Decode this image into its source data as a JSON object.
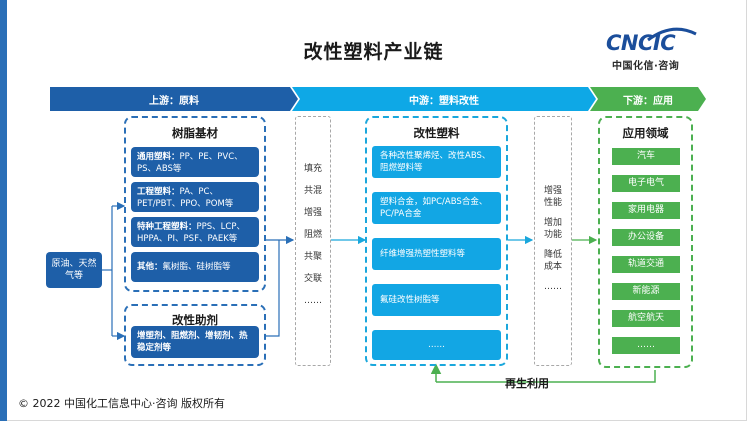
{
  "title": "改性塑料产业链",
  "logo": {
    "brand": "CNCIC",
    "subtitle": "中国化信·咨询"
  },
  "stages": {
    "upstream": "上游：原料",
    "midstream": "中游：塑料改性",
    "downstream": "下游：应用"
  },
  "source": {
    "label": "原油、天然气等"
  },
  "resin": {
    "title": "树脂基材",
    "items": [
      {
        "head": "通用塑料：",
        "body": "PP、PE、PVC、PS、ABS等"
      },
      {
        "head": "工程塑料：",
        "body": "PA、PC、PET/PBT、PPO、POM等"
      },
      {
        "head": "特种工程塑料：",
        "body": "PPS、LCP、HPPA、PI、PSF、PAEK等"
      },
      {
        "head": "其他：",
        "body": "氟树脂、硅树脂等"
      }
    ]
  },
  "additive": {
    "title": "改性助剂",
    "text": "增塑剂、阻燃剂、增韧剂、热稳定剂等"
  },
  "processes": [
    "填充",
    "共混",
    "增强",
    "阻燃",
    "共聚",
    "交联",
    "……"
  ],
  "modified": {
    "title": "改性塑料",
    "items": [
      "各种改性聚烯烃、改性ABS、阻燃塑料等",
      "塑料合金，如PC/ABS合金、PC/PA合金",
      "纤维增强热塑性塑料等",
      "氟硅改性树脂等",
      "……"
    ]
  },
  "effects": [
    "增强性能",
    "增加功能",
    "降低成本",
    "……"
  ],
  "applications": {
    "title": "应用领域",
    "items": [
      "汽车",
      "电子电气",
      "家用电器",
      "办公设备",
      "轨道交通",
      "新能源",
      "航空航天",
      "……"
    ]
  },
  "recycle": "再生利用",
  "footer": "© 2022 中国化工信息中心·咨询 版权所有",
  "colors": {
    "upstream": "#1e5fa8",
    "midstream": "#0ea8e6",
    "downstream": "#4cb050"
  }
}
